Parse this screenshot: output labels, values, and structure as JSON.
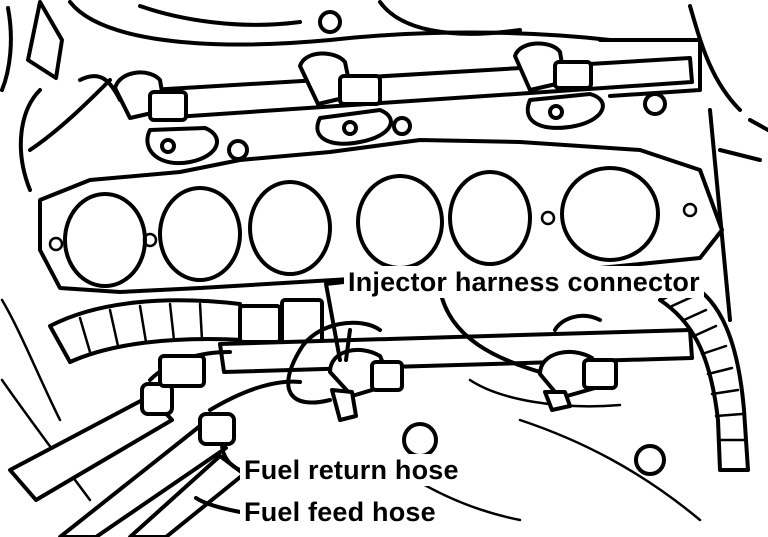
{
  "labels": {
    "injector_harness_connector": "Injector harness connector",
    "fuel_return_hose": "Fuel return hose",
    "fuel_feed_hose": "Fuel feed hose"
  },
  "colors": {
    "ink": "#000000",
    "paper": "#ffffff"
  }
}
